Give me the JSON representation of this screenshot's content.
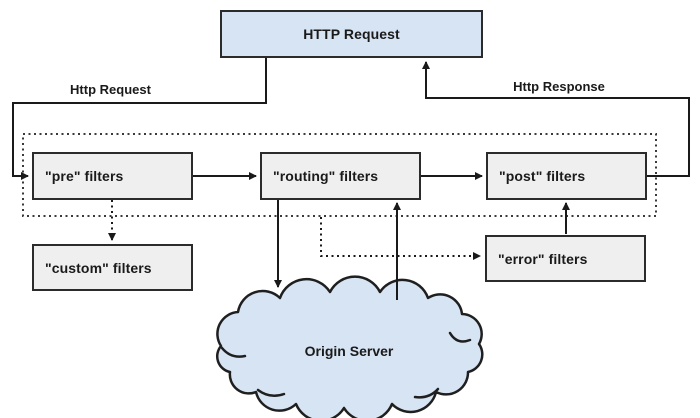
{
  "diagram": {
    "type": "flow-diagram",
    "nodes": {
      "http_request": "HTTP Request",
      "pre_filters": "\"pre\" filters",
      "routing_filters": "\"routing\" filters",
      "post_filters": "\"post\" filters",
      "custom_filters": "\"custom\" filters",
      "error_filters": "\"error\" filters",
      "origin_server": "Origin Server"
    },
    "edge_labels": {
      "http_request": "Http Request",
      "http_response": "Http Response"
    },
    "edges": [
      {
        "from": "http_request",
        "to": "pre_filters",
        "style": "solid",
        "label": "Http Request"
      },
      {
        "from": "pre_filters",
        "to": "routing_filters",
        "style": "solid"
      },
      {
        "from": "routing_filters",
        "to": "post_filters",
        "style": "solid"
      },
      {
        "from": "post_filters",
        "to": "http_request",
        "style": "solid",
        "label": "Http Response"
      },
      {
        "from": "pre_filters",
        "to": "custom_filters",
        "style": "dotted"
      },
      {
        "from": "filter_container",
        "to": "error_filters",
        "style": "dotted"
      },
      {
        "from": "routing_filters",
        "to": "origin_server",
        "style": "solid"
      },
      {
        "from": "origin_server",
        "to": "routing_filters",
        "style": "solid"
      },
      {
        "from": "error_filters",
        "to": "post_filters",
        "style": "solid"
      }
    ],
    "colors": {
      "node_blue_fill": "#d7e4f3",
      "node_gray_fill": "#efefef",
      "node_border": "#2b2b2b",
      "connector": "#1a1a1a",
      "background": "#ffffff"
    }
  }
}
